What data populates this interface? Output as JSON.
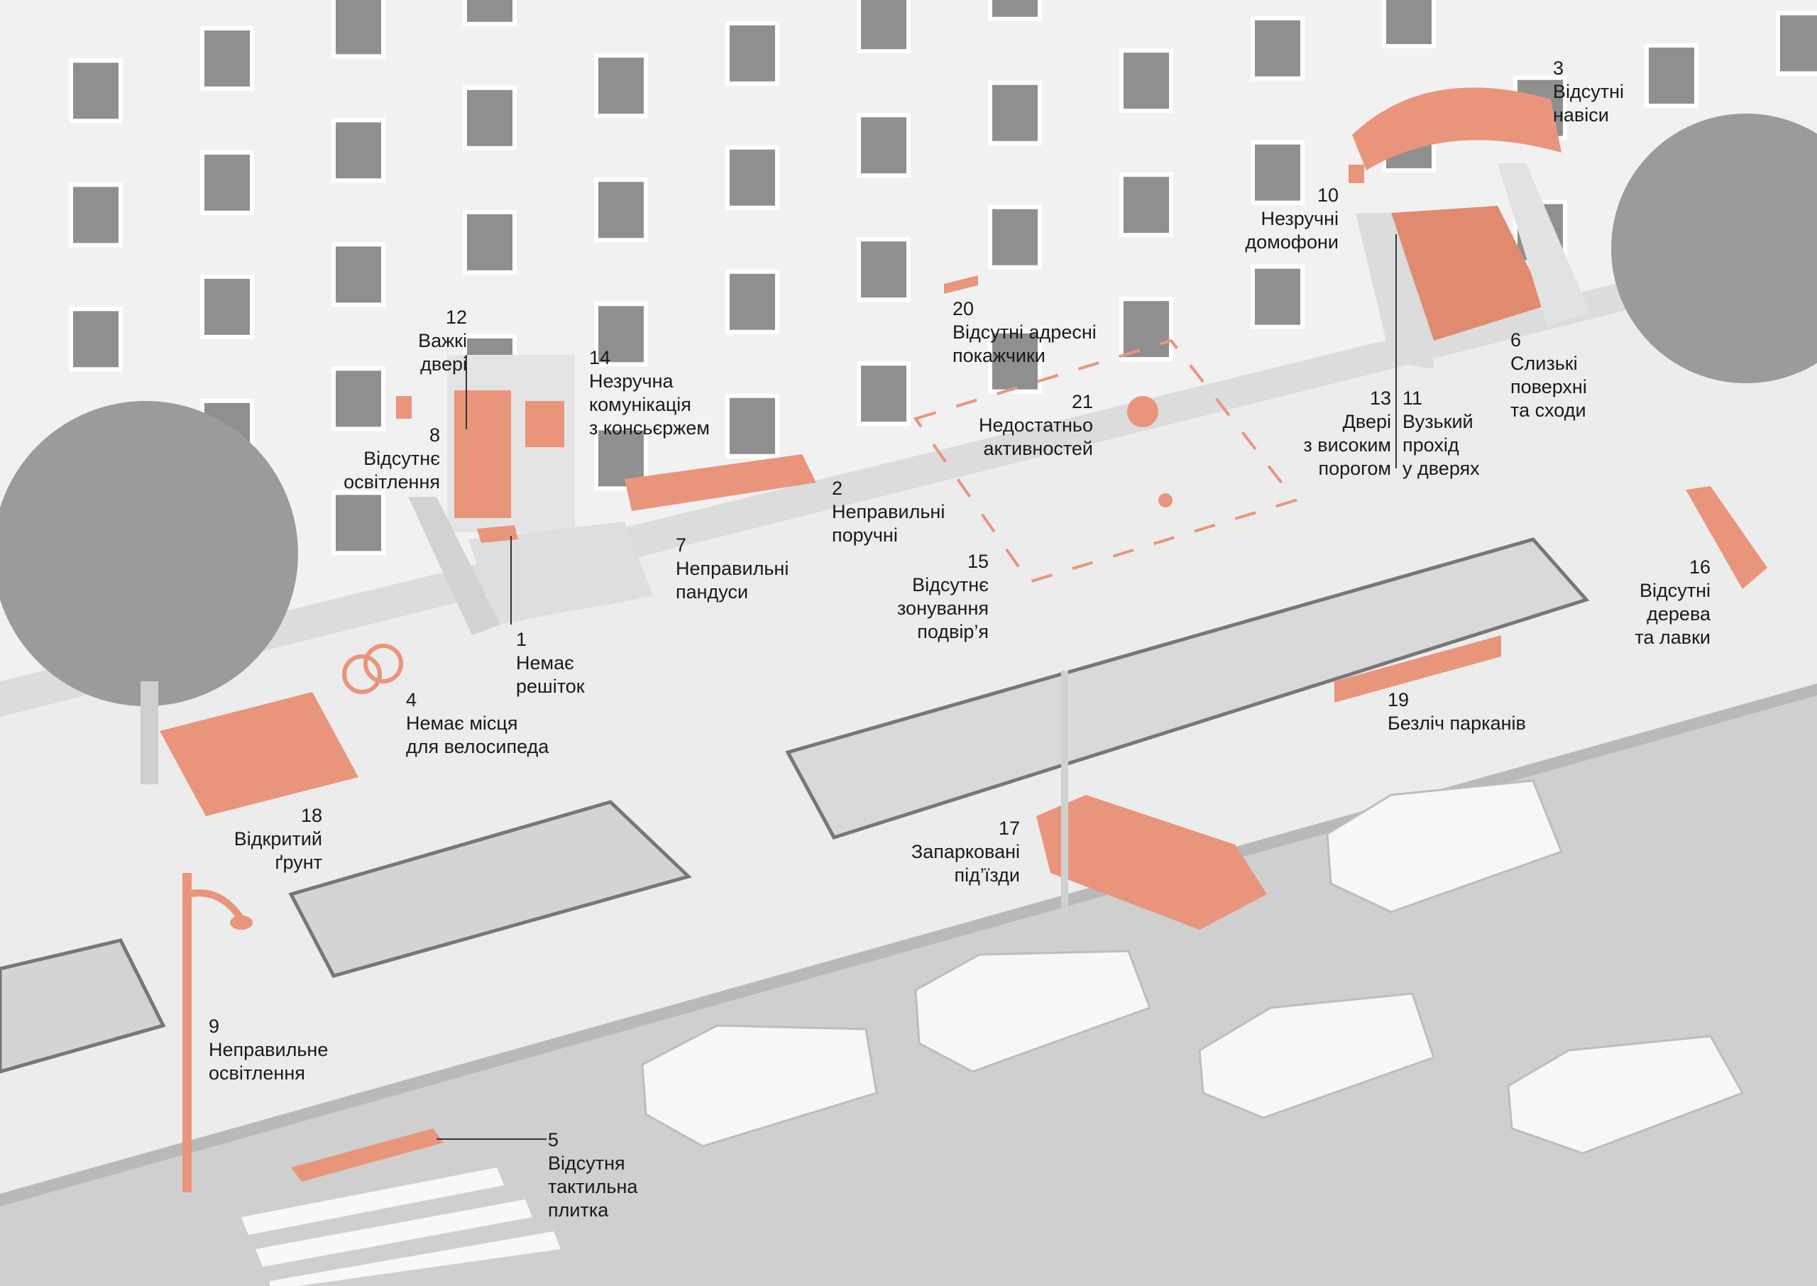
{
  "accent_color": "#e8957c",
  "labels": [
    {
      "num": "1",
      "lines": [
        "Немає",
        "решіток"
      ]
    },
    {
      "num": "2",
      "lines": [
        "Неправильні",
        "поручні"
      ]
    },
    {
      "num": "3",
      "lines": [
        "Відсутні",
        "навіси"
      ]
    },
    {
      "num": "4",
      "lines": [
        "Немає місця",
        "для велосипеда"
      ]
    },
    {
      "num": "5",
      "lines": [
        "Відсутня",
        "тактильна",
        "плитка"
      ]
    },
    {
      "num": "6",
      "lines": [
        "Слизькі",
        "поверхні",
        "та сходи"
      ]
    },
    {
      "num": "7",
      "lines": [
        "Неправильні",
        "пандуси"
      ]
    },
    {
      "num": "8",
      "lines": [
        "Відсутнє",
        "освітлення"
      ]
    },
    {
      "num": "9",
      "lines": [
        "Неправильне",
        "освітлення"
      ]
    },
    {
      "num": "10",
      "lines": [
        "Незручні",
        "домофони"
      ]
    },
    {
      "num": "11",
      "lines": [
        "Вузький",
        "прохід",
        "у дверях"
      ]
    },
    {
      "num": "12",
      "lines": [
        "Важкі",
        "двері"
      ]
    },
    {
      "num": "13",
      "lines": [
        "Двері",
        "з високим",
        "порогом"
      ]
    },
    {
      "num": "14",
      "lines": [
        "Незручна",
        "комунікація",
        "з консьєржем"
      ]
    },
    {
      "num": "15",
      "lines": [
        "Відсутнє",
        "зонування",
        "подвір’я"
      ]
    },
    {
      "num": "16",
      "lines": [
        "Відсутні",
        "дерева",
        "та лавки"
      ]
    },
    {
      "num": "17",
      "lines": [
        "Запарковані",
        "під’їзди"
      ]
    },
    {
      "num": "18",
      "lines": [
        "Відкритий",
        "ґрунт"
      ]
    },
    {
      "num": "19",
      "lines": [
        "Безліч парканів"
      ]
    },
    {
      "num": "20",
      "lines": [
        "Відсутні адресні",
        "покажчики"
      ]
    },
    {
      "num": "21",
      "lines": [
        "Недостатньо",
        "активностей"
      ]
    }
  ]
}
